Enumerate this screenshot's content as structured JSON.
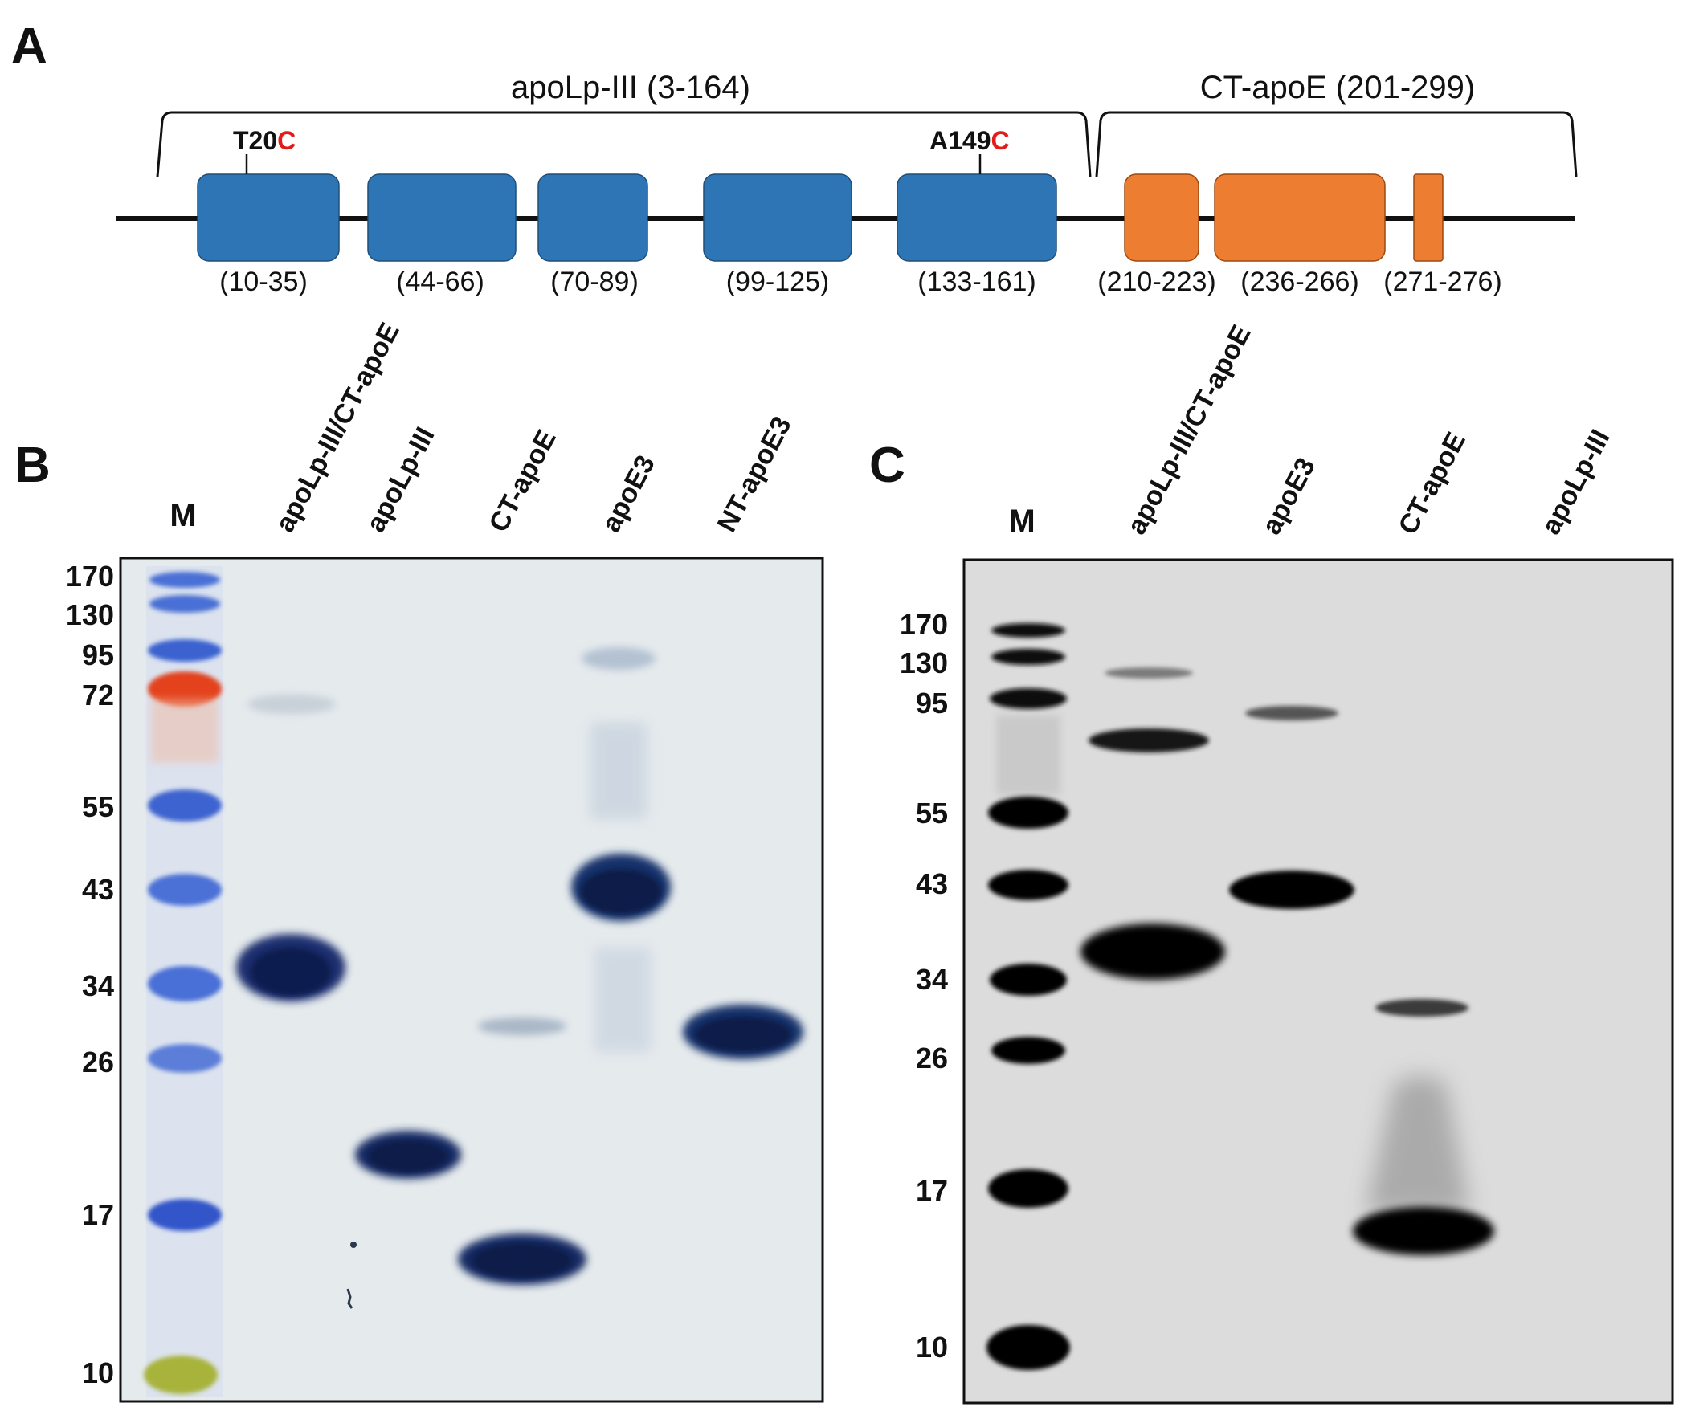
{
  "panel_a": {
    "letter": "A",
    "region_apolp": "apoLp-III (3-164)",
    "region_ctapoe": "CT-apoE (201-299)",
    "mutation_1": {
      "prefix": "T20",
      "suffix": "C"
    },
    "mutation_2": {
      "prefix": "A149",
      "suffix": "C"
    },
    "ranges": [
      "(10-35)",
      "(44-66)",
      "(70-89)",
      "(99-125)",
      "(133-161)",
      "(210-223)",
      "(236-266)",
      "(271-276)"
    ],
    "colors": {
      "apolp_helix": "#2e75b6",
      "ctapoe_helix": "#ed7d31"
    }
  },
  "panel_b": {
    "letter": "B",
    "marker_label": "M",
    "lanes": [
      "apoLp-III/CT-apoE",
      "apoLp-III",
      "CT-apoE",
      "apoE3",
      "NT-apoE3"
    ],
    "mw_markers": [
      "170",
      "130",
      "95",
      "72",
      "55",
      "43",
      "34",
      "26",
      "17",
      "10"
    ],
    "mw_colors": {
      "72": "#e31b1b",
      "10": "#3aa53a",
      "default": "#111111"
    }
  },
  "panel_c": {
    "letter": "C",
    "marker_label": "M",
    "lanes": [
      "apoLp-III/CT-apoE",
      "apoE3",
      "CT-apoE",
      "apoLp-III"
    ],
    "mw_markers": [
      "170",
      "130",
      "95",
      "55",
      "43",
      "34",
      "26",
      "17",
      "10"
    ]
  }
}
